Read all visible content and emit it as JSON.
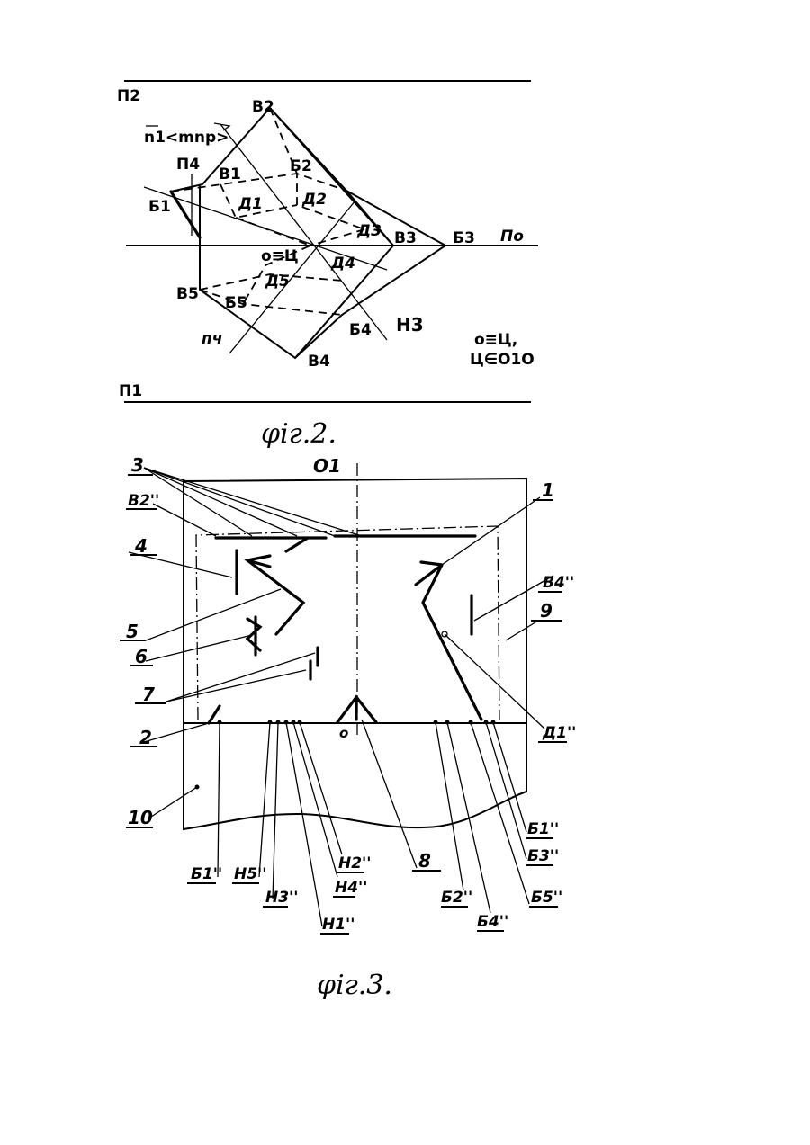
{
  "fig2": {
    "caption": "φiг.2.",
    "labels": {
      "p2": "П2",
      "p1": "П1",
      "p4": "П4",
      "p0": "По",
      "pch": "пч",
      "n1": "n1<mnp>",
      "v1": "В1",
      "v2": "В2",
      "v3": "В3",
      "v4": "В4",
      "v5": "В5",
      "b1": "Б1",
      "b2": "Б2",
      "b3": "Б3",
      "b4": "Б4",
      "b5": "Б5",
      "d1": "Д1",
      "d2": "Д2",
      "d3": "Д3",
      "d4": "Д4",
      "d5": "Д5",
      "center": "о≡Ц",
      "h3": "Н3",
      "note1": "о≡Ц,",
      "note2": "Ц∈О1О"
    }
  },
  "fig3": {
    "caption": "φiг.3.",
    "labels": {
      "o1": "О1",
      "o": "о",
      "n1": "1",
      "n2": "2",
      "n3": "3",
      "n4": "4",
      "n5": "5",
      "n6": "6",
      "n7": "7",
      "n8": "8",
      "n9": "9",
      "n10": "10",
      "v2": "В2''",
      "v4": "В4''",
      "d1": "Д1''",
      "b1l": "Б1''",
      "b1r": "Б1''",
      "b2": "Б2''",
      "b3": "Б3''",
      "b4": "Б4''",
      "b5": "Б5''",
      "h1": "Н1''",
      "h2": "Н2''",
      "h3": "Н3''",
      "h4": "Н4''",
      "h5": "Н5''"
    }
  }
}
